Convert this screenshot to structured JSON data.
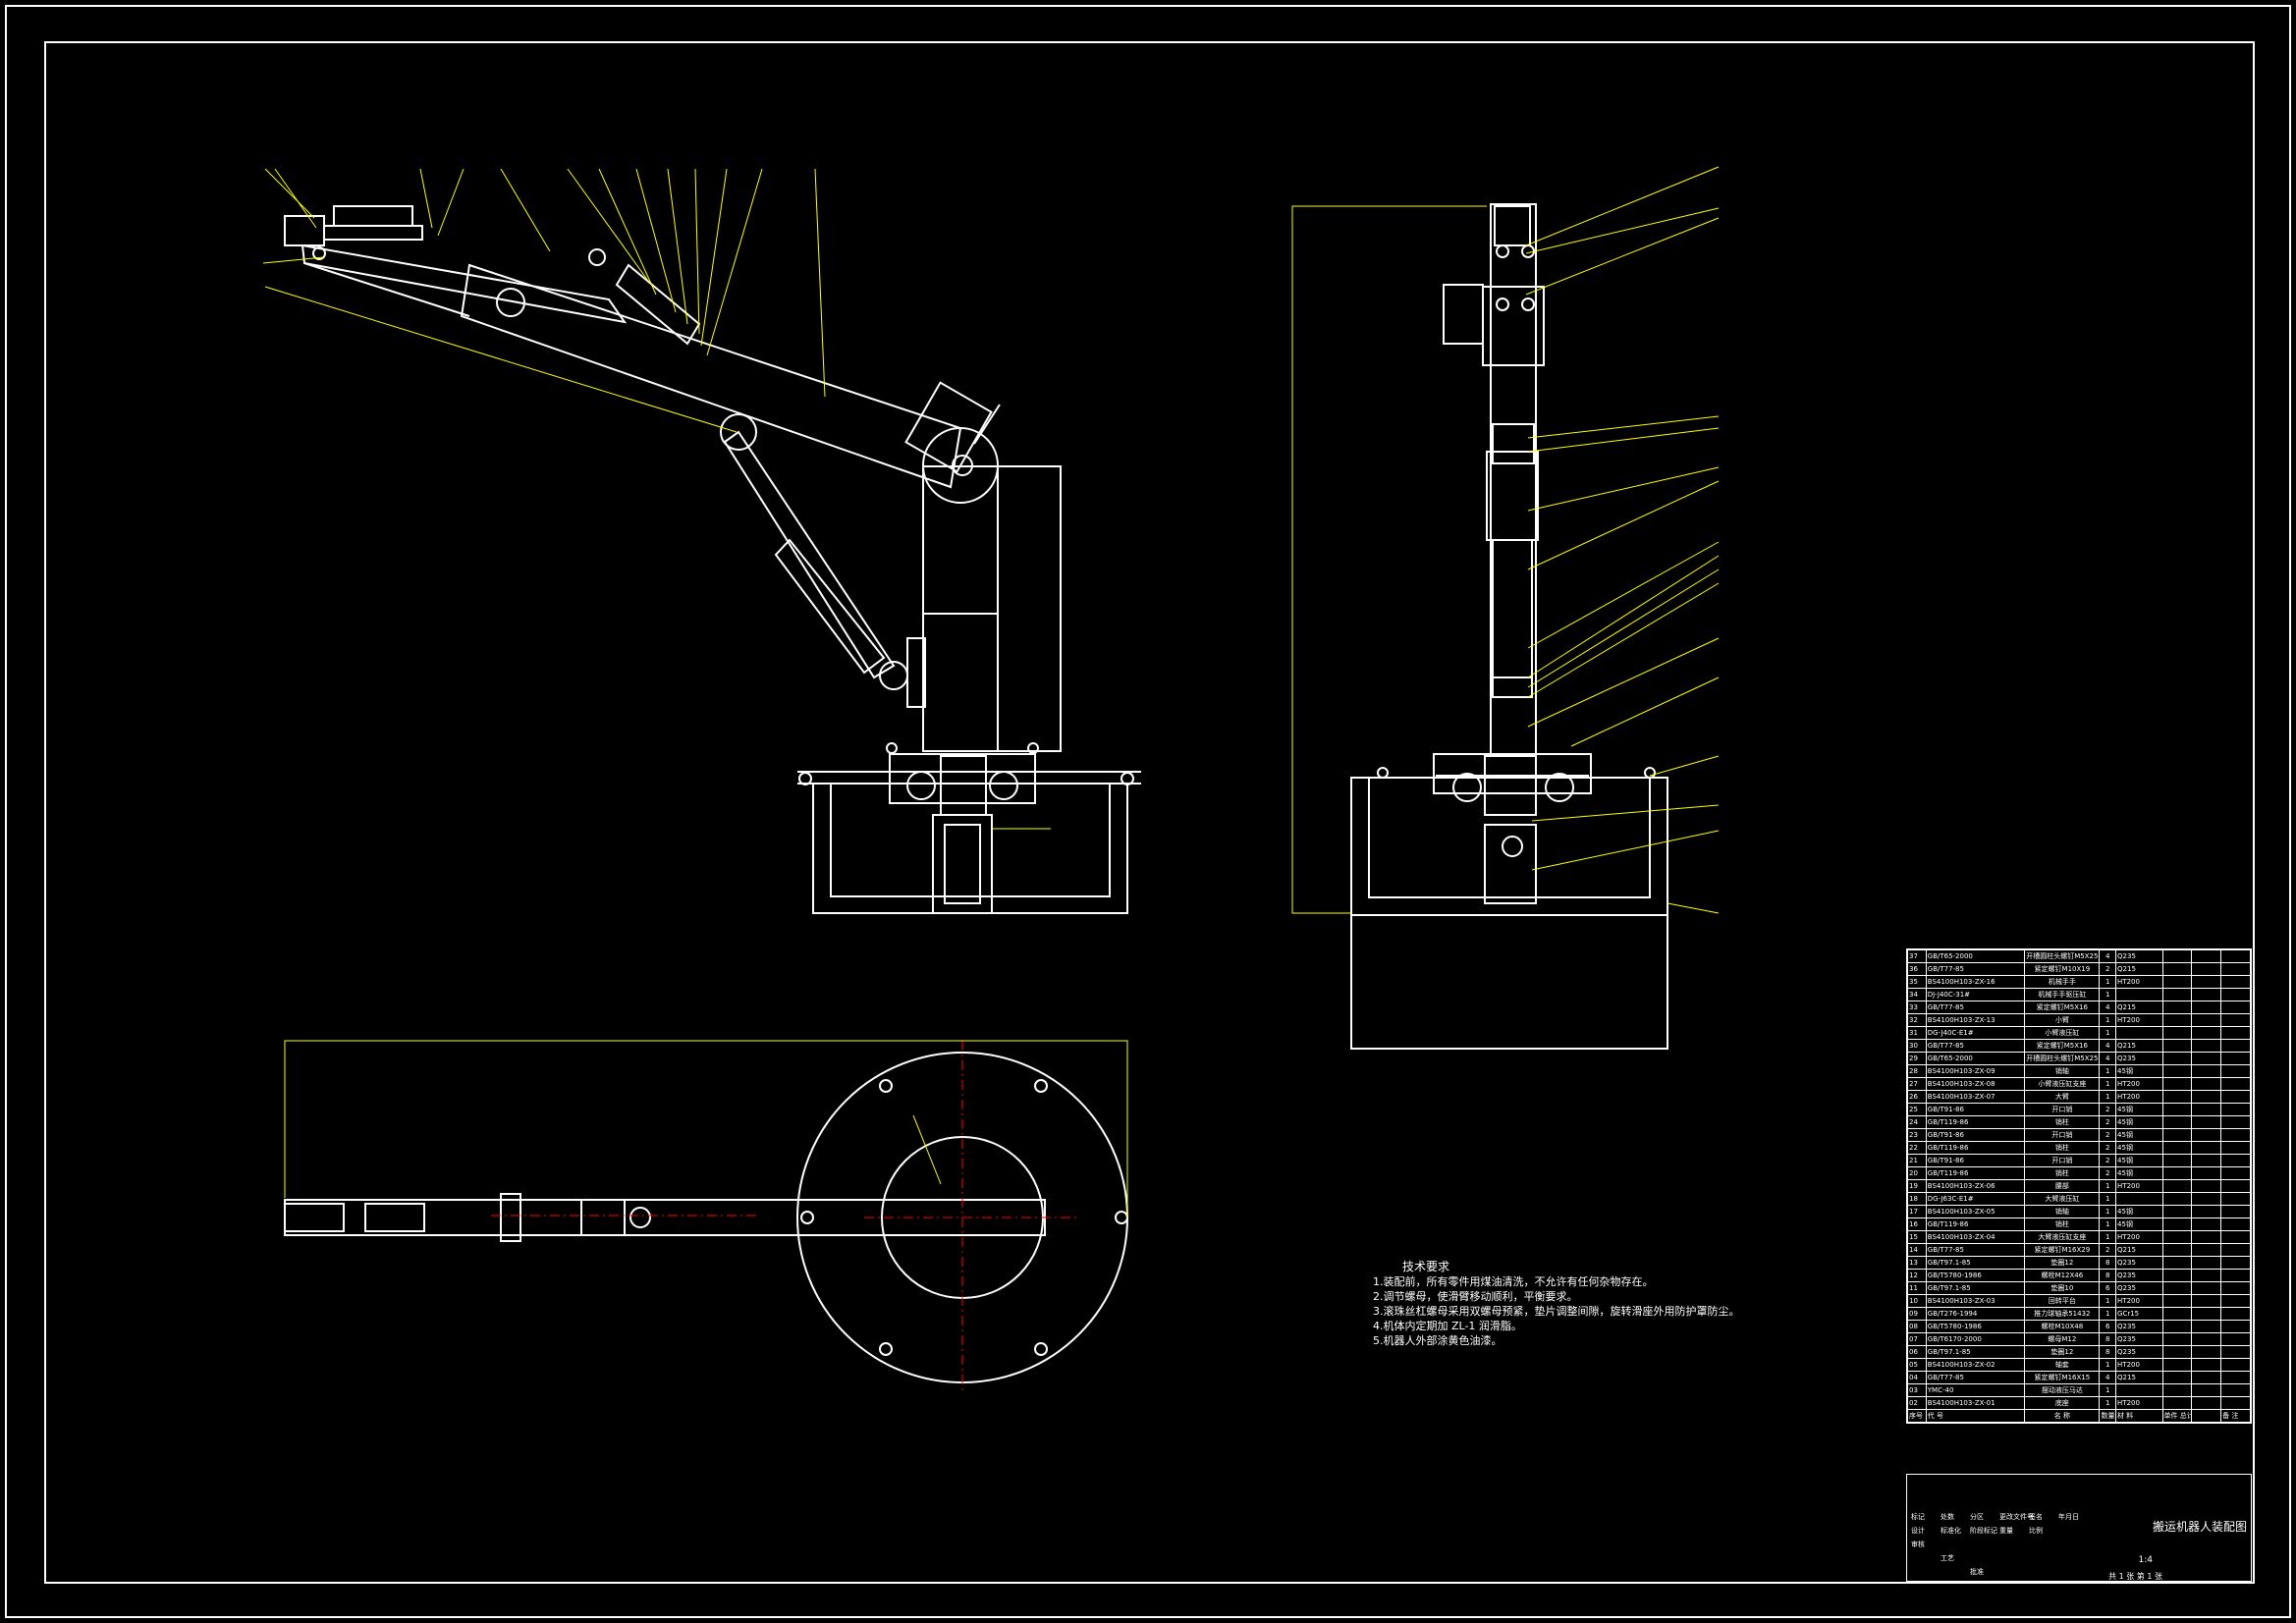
{
  "drawing": {
    "title": "搬运机器人装配图",
    "scale": "1:4",
    "sheet_info": "共 1 张 第 1 张"
  },
  "technical_requirements": {
    "title": "技术要求",
    "items": [
      "1.装配前，所有零件用煤油清洗，不允许有任何杂物存在。",
      "2.调节螺母，使滑臂移动顺利，平衡要求。",
      "3.滚珠丝杠螺母采用双螺母预紧，垫片调整间隙，旋转滑座外用防护罩防尘。",
      "4.机体内定期加 ZL-1 润滑脂。",
      "5.机器人外部涂黄色油漆。"
    ]
  },
  "bom": {
    "rows": [
      {
        "no": "37",
        "code": "GB/T65-2000",
        "name": "开槽圆柱头螺钉M5X25",
        "qty": "4",
        "mat": "Q235"
      },
      {
        "no": "36",
        "code": "GB/T77-85",
        "name": "紧定螺钉M10X19",
        "qty": "2",
        "mat": "Q215"
      },
      {
        "no": "35",
        "code": "BS4100H103-ZX-16",
        "name": "机械手手",
        "qty": "1",
        "mat": "HT200"
      },
      {
        "no": "34",
        "code": "DJ-J40C-31#",
        "name": "机械手手驱压缸",
        "qty": "1",
        "mat": ""
      },
      {
        "no": "33",
        "code": "GB/T77-85",
        "name": "紧定螺钉M5X16",
        "qty": "4",
        "mat": "Q215"
      },
      {
        "no": "32",
        "code": "BS4100H103-ZX-13",
        "name": "小臂",
        "qty": "1",
        "mat": "HT200"
      },
      {
        "no": "31",
        "code": "DG-J40C-E1#",
        "name": "小臂液压缸",
        "qty": "1",
        "mat": ""
      },
      {
        "no": "30",
        "code": "GB/T77-85",
        "name": "紧定螺钉M5X16",
        "qty": "4",
        "mat": "Q215"
      },
      {
        "no": "29",
        "code": "GB/T65-2000",
        "name": "开槽圆柱头螺钉M5X25",
        "qty": "4",
        "mat": "Q235"
      },
      {
        "no": "28",
        "code": "BS4100H103-ZX-09",
        "name": "销轴",
        "qty": "1",
        "mat": "45钢"
      },
      {
        "no": "27",
        "code": "BS4100H103-ZX-08",
        "name": "小臂液压缸支座",
        "qty": "1",
        "mat": "HT200"
      },
      {
        "no": "26",
        "code": "BS4100H103-ZX-07",
        "name": "大臂",
        "qty": "1",
        "mat": "HT200"
      },
      {
        "no": "25",
        "code": "GB/T91-86",
        "name": "开口销",
        "qty": "2",
        "mat": "45钢"
      },
      {
        "no": "24",
        "code": "GB/T119-86",
        "name": "销柱",
        "qty": "2",
        "mat": "45钢"
      },
      {
        "no": "23",
        "code": "GB/T91-86",
        "name": "开口销",
        "qty": "2",
        "mat": "45钢"
      },
      {
        "no": "22",
        "code": "GB/T119-86",
        "name": "销柱",
        "qty": "2",
        "mat": "45钢"
      },
      {
        "no": "21",
        "code": "GB/T91-86",
        "name": "开口销",
        "qty": "2",
        "mat": "45钢"
      },
      {
        "no": "20",
        "code": "GB/T119-86",
        "name": "销柱",
        "qty": "2",
        "mat": "45钢"
      },
      {
        "no": "19",
        "code": "BS4100H103-ZX-06",
        "name": "腰部",
        "qty": "1",
        "mat": "HT200"
      },
      {
        "no": "18",
        "code": "DG-J63C-E1#",
        "name": "大臂液压缸",
        "qty": "1",
        "mat": ""
      },
      {
        "no": "17",
        "code": "BS4100H103-ZX-05",
        "name": "销轴",
        "qty": "1",
        "mat": "45钢"
      },
      {
        "no": "16",
        "code": "GB/T119-86",
        "name": "销柱",
        "qty": "1",
        "mat": "45钢"
      },
      {
        "no": "15",
        "code": "BS4100H103-ZX-04",
        "name": "大臂液压缸支座",
        "qty": "1",
        "mat": "HT200"
      },
      {
        "no": "14",
        "code": "GB/T77-85",
        "name": "紧定螺钉M16X29",
        "qty": "2",
        "mat": "Q215"
      },
      {
        "no": "13",
        "code": "GB/T97.1-85",
        "name": "垫圈12",
        "qty": "8",
        "mat": "Q235"
      },
      {
        "no": "12",
        "code": "GB/T5780-1986",
        "name": "螺栓M12X46",
        "qty": "8",
        "mat": "Q235"
      },
      {
        "no": "11",
        "code": "GB/T97.1-85",
        "name": "垫圈10",
        "qty": "6",
        "mat": "Q235"
      },
      {
        "no": "10",
        "code": "BS4100H103-ZX-03",
        "name": "回转平台",
        "qty": "1",
        "mat": "HT200"
      },
      {
        "no": "09",
        "code": "GB/T276-1994",
        "name": "推力球轴承51432",
        "qty": "1",
        "mat": "GCr15"
      },
      {
        "no": "08",
        "code": "GB/T5780-1986",
        "name": "螺栓M10X48",
        "qty": "6",
        "mat": "Q235"
      },
      {
        "no": "07",
        "code": "GB/T6170-2000",
        "name": "螺母M12",
        "qty": "8",
        "mat": "Q235"
      },
      {
        "no": "06",
        "code": "GB/T97.1-85",
        "name": "垫圈12",
        "qty": "8",
        "mat": "Q235"
      },
      {
        "no": "05",
        "code": "BS4100H103-ZX-02",
        "name": "轴套",
        "qty": "1",
        "mat": "HT200"
      },
      {
        "no": "04",
        "code": "GB/T77-85",
        "name": "紧定螺钉M16X15",
        "qty": "4",
        "mat": "Q215"
      },
      {
        "no": "03",
        "code": "YMC-40",
        "name": "摆动液压马达",
        "qty": "1",
        "mat": ""
      },
      {
        "no": "02",
        "code": "BS4100H103-ZX-01",
        "name": "底座",
        "qty": "1",
        "mat": "HT200"
      }
    ],
    "header": {
      "no": "序号",
      "code": "代 号",
      "name": "名 称",
      "qty": "数量",
      "mat": "材 料",
      "weight": "单件 总计",
      "remark": "备 注"
    }
  },
  "title_block": {
    "labels": [
      "标记",
      "处数",
      "分区",
      "更改文件号",
      "签名",
      "年月日",
      "设计",
      "标准化",
      "阶段标记",
      "重量",
      "比例",
      "审核",
      "工艺",
      "批准"
    ]
  }
}
